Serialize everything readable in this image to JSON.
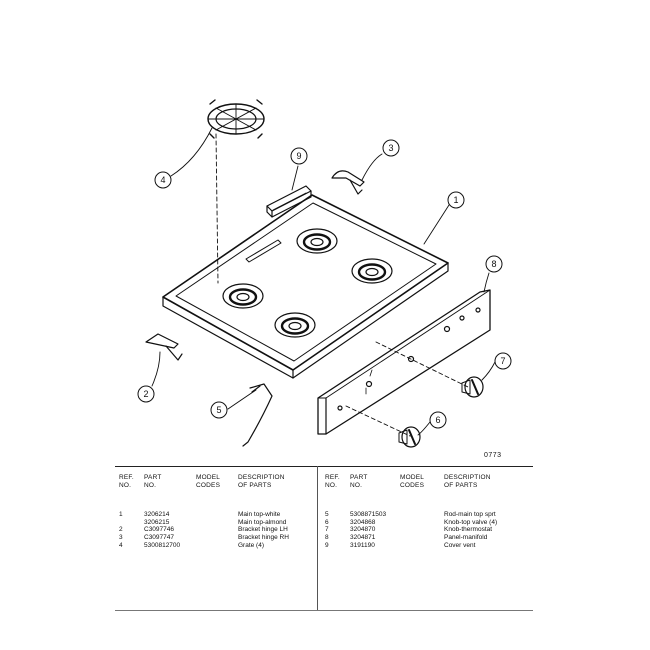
{
  "figure": {
    "figure_number": "0773",
    "callouts": [
      "1",
      "2",
      "3",
      "4",
      "5",
      "6",
      "7",
      "8",
      "9"
    ]
  },
  "parts_table": {
    "headers": {
      "ref": [
        "REF.",
        "NO."
      ],
      "part": [
        "PART",
        "NO."
      ],
      "model": [
        "MODEL",
        "CODES"
      ],
      "description": [
        "DESCRIPTION",
        "OF PARTS"
      ]
    },
    "left_rows": [
      {
        "ref": "1",
        "part": "3206214",
        "model": "",
        "description": "Main top-white"
      },
      {
        "ref": "",
        "part": "3206215",
        "model": "",
        "description": "Main top-almond"
      },
      {
        "ref": "2",
        "part": "C3097746",
        "model": "",
        "description": "Bracket hinge LH"
      },
      {
        "ref": "3",
        "part": "C3097747",
        "model": "",
        "description": "Bracket hinge RH"
      },
      {
        "ref": "4",
        "part": "5300812700",
        "model": "",
        "description": "Grate (4)"
      }
    ],
    "right_rows": [
      {
        "ref": "5",
        "part": "5308871503",
        "model": "",
        "description": "Rod-main top sprt"
      },
      {
        "ref": "6",
        "part": "3204868",
        "model": "",
        "description": "Knob-top valve (4)"
      },
      {
        "ref": "7",
        "part": "3204870",
        "model": "",
        "description": "Knob-thermostat"
      },
      {
        "ref": "8",
        "part": "3204871",
        "model": "",
        "description": "Panel-manifold"
      },
      {
        "ref": "9",
        "part": "3191190",
        "model": "",
        "description": "Cover vent"
      }
    ]
  }
}
